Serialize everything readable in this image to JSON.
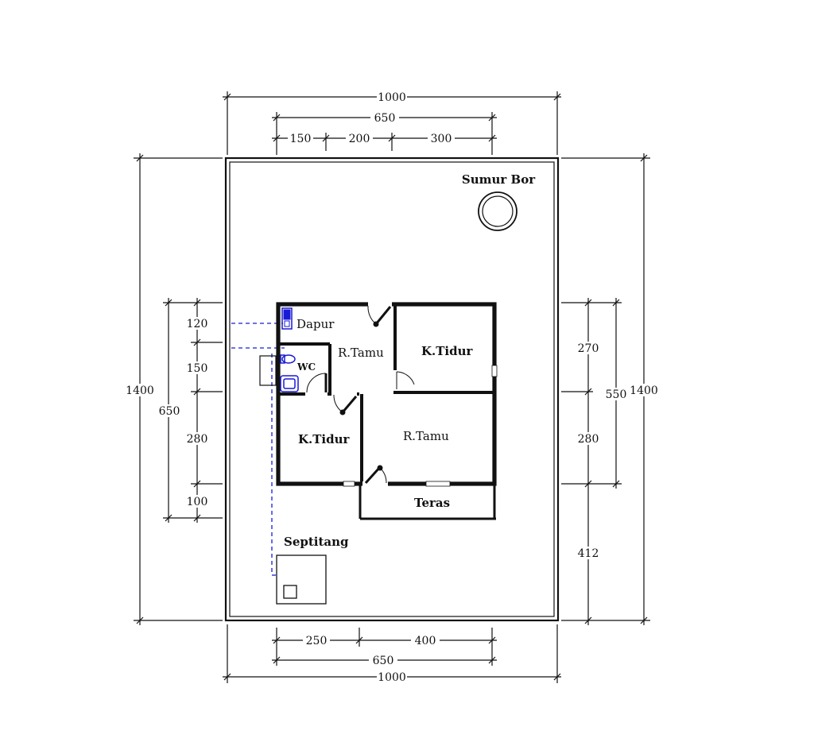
{
  "dimensions": {
    "top_total": "1000",
    "top_house": "650",
    "top_seg_1": "150",
    "top_seg_2": "200",
    "top_seg_3": "300",
    "bottom_seg_1": "250",
    "bottom_seg_2": "400",
    "bottom_house": "650",
    "bottom_total": "1000",
    "left_total": "1400",
    "left_house": "650",
    "left_seg_1": "120",
    "left_seg_2": "150",
    "left_seg_3": "280",
    "left_seg_4": "100",
    "right_total": "1400",
    "right_house": "550",
    "right_seg_1": "270",
    "right_seg_2": "280",
    "right_seg_3": "412"
  },
  "labels": {
    "well": "Sumur  Bor",
    "kitchen": "Dapur",
    "wc": "WC",
    "living_1": "R.Tamu",
    "bedroom_1": "K.Tidur",
    "bedroom_2": "K.Tidur",
    "living_2": "R.Tamu",
    "terrace": "Teras",
    "septic": "Septitang"
  },
  "colors": {
    "line": "#111111",
    "fixture": "#1a1ad6"
  }
}
